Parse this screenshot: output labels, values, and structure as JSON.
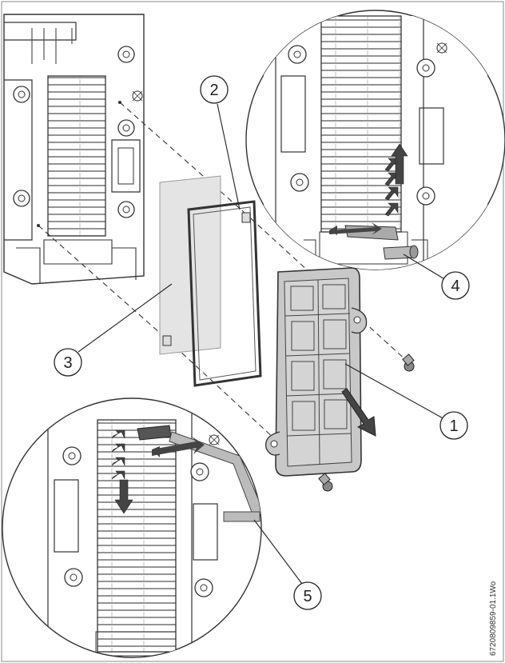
{
  "callouts": [
    {
      "id": "1",
      "label": "1"
    },
    {
      "id": "2",
      "label": "2"
    },
    {
      "id": "3",
      "label": "3"
    },
    {
      "id": "4",
      "label": "4"
    },
    {
      "id": "5",
      "label": "5"
    }
  ],
  "figure_code": "6720809859-01.1Wo",
  "colors": {
    "line": "#2a2a2a",
    "part_fill": "#d4d4d4",
    "panel_fill": "#e4e4e4",
    "cover_fill": "#c8c8c8",
    "background": "#ffffff"
  }
}
